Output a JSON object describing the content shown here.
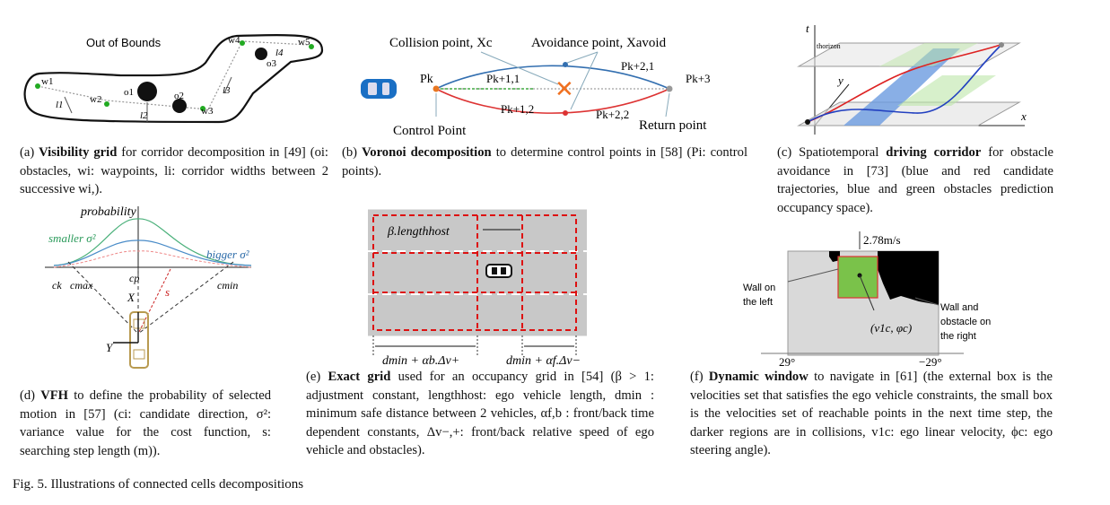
{
  "figure_caption": "Fig. 5.  Illustrations of connected cells decompositions",
  "a": {
    "out_of_bounds": "Out of Bounds",
    "waypoints": [
      "w1",
      "w2",
      "w3",
      "w4",
      "w5"
    ],
    "obstacles": [
      "o1",
      "o2",
      "o3"
    ],
    "widths": [
      "l1",
      "l2",
      "l3",
      "l4"
    ],
    "caption": {
      "label": "(a) ",
      "bold": "Visibility grid",
      "text": " for corridor decomposition in [49] (oi: obstacles, wi: waypoints, li: corridor widths between 2 successive wi,)."
    }
  },
  "b": {
    "collision": "Collision point, Xc",
    "avoidance": "Avoidance point, Xavoid",
    "points": [
      "Pk",
      "Pk+1,1",
      "Pk+1,2",
      "Pk+2,1",
      "Pk+2,2",
      "Pk+3"
    ],
    "control": "Control Point",
    "return": "Return point",
    "caption": {
      "label": "(b) ",
      "bold": "Voronoi decomposition",
      "text": " to determine control points in [58] (Pi: control points)."
    }
  },
  "c": {
    "t_axis": "t",
    "x_axis": "x",
    "y_axis": "y",
    "horizon": "thorizon",
    "caption": {
      "label": "(c) Spatiotemporal ",
      "bold": "driving corridor",
      "text": " for obstacle avoidance in [73] (blue and red candidate trajectories, blue and green obstacles prediction occupancy space)."
    }
  },
  "d": {
    "probability": "probability",
    "smaller": "smaller σ²",
    "bigger": "bigger σ²",
    "ck": "ck",
    "cmax": "cmax",
    "cp": "cp",
    "cmin": "cmin",
    "s": "s",
    "X": "X",
    "Y": "Y",
    "caption": {
      "label": "(d) ",
      "bold": "VFH",
      "text": " to define the probability of selected motion in [57] (ci: candidate direction, σ²: variance value for the cost function, s: searching step length (m))."
    }
  },
  "e": {
    "length_label": "β.lengthhost",
    "dmin_left": "dmin + αb.Δv+",
    "dmin_right": "dmin + αf.Δv−",
    "caption": {
      "label": "(e) ",
      "bold": "Exact grid",
      "text": " used for an occupancy grid in [54] (β > 1: adjustment constant, lengthhost: ego vehicle length, dmin : minimum safe distance between 2 vehicles, αf,b : front/back time dependent constants, Δv−,+: front/back relative speed of ego vehicle and obstacles)."
    }
  },
  "f": {
    "speed": "2.78m/s",
    "wall_left": [
      "Wall on",
      "the left"
    ],
    "wall_right": [
      "Wall and",
      "obstacle on",
      "the right"
    ],
    "point": "(v1c, φc)",
    "left_angle": "29°",
    "right_angle": "−29°",
    "caption": {
      "label": "(f) ",
      "bold": "Dynamic window",
      "text": " to navigate in [61] (the external box is the velocities set that satisfies the ego vehicle constraints, the small box is the velocities set of reachable points in the next time step, the darker regions are in collisions, v1c: ego linear velocity, ϕc: ego steering angle)."
    }
  }
}
